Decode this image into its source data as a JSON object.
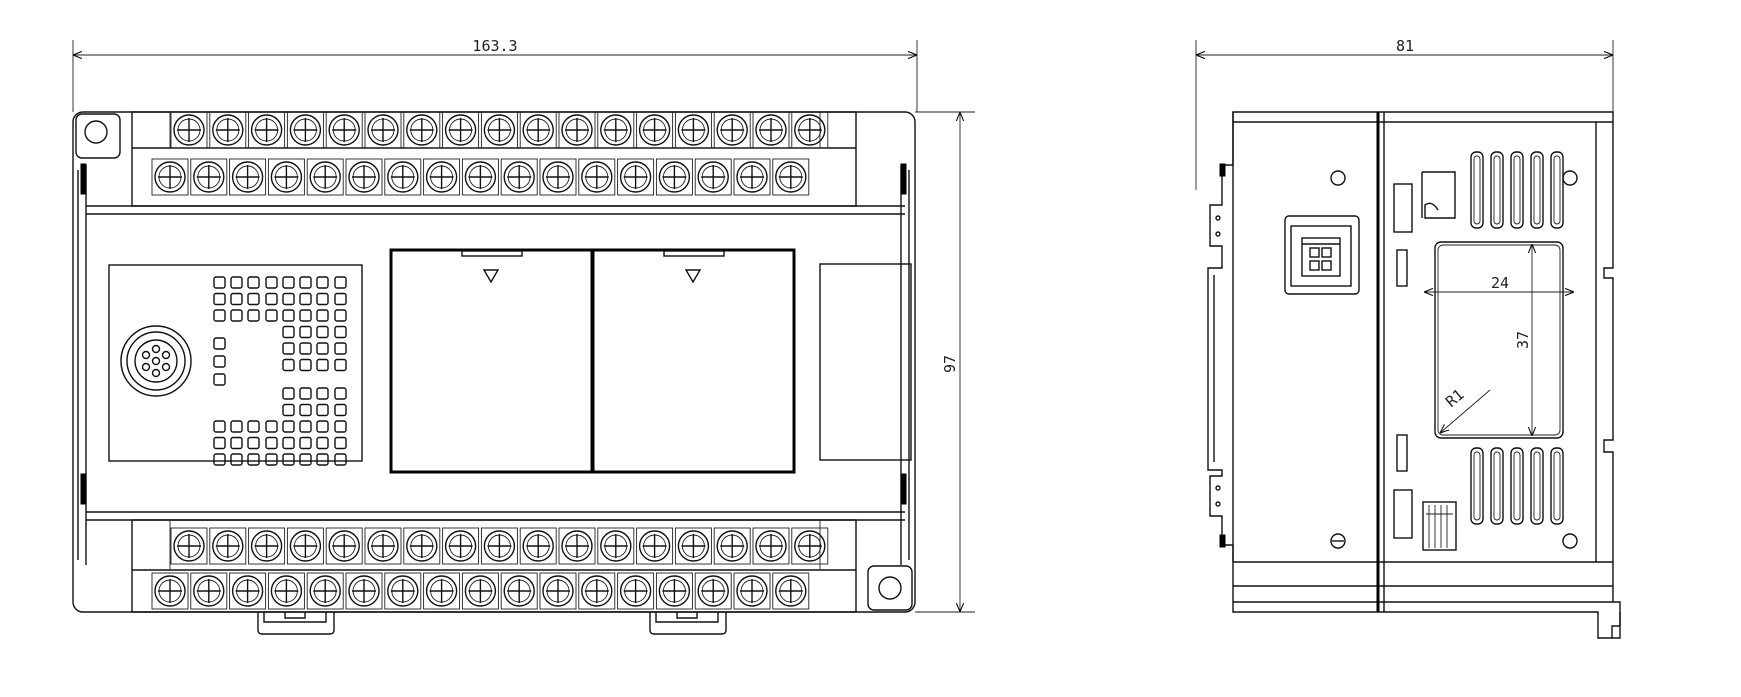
{
  "front_view": {
    "width_dim": "163.3",
    "height_dim": "97",
    "top_terminal_row_upper": 17,
    "top_terminal_row_lower": 17,
    "bottom_terminal_row_upper": 17,
    "bottom_terminal_row_lower": 17
  },
  "side_view": {
    "width_dim": "81",
    "window_width_dim": "24",
    "window_height_dim": "37",
    "corner_radius_dim": "R1"
  },
  "colors": {
    "line": "#111111",
    "background": "#ffffff"
  }
}
